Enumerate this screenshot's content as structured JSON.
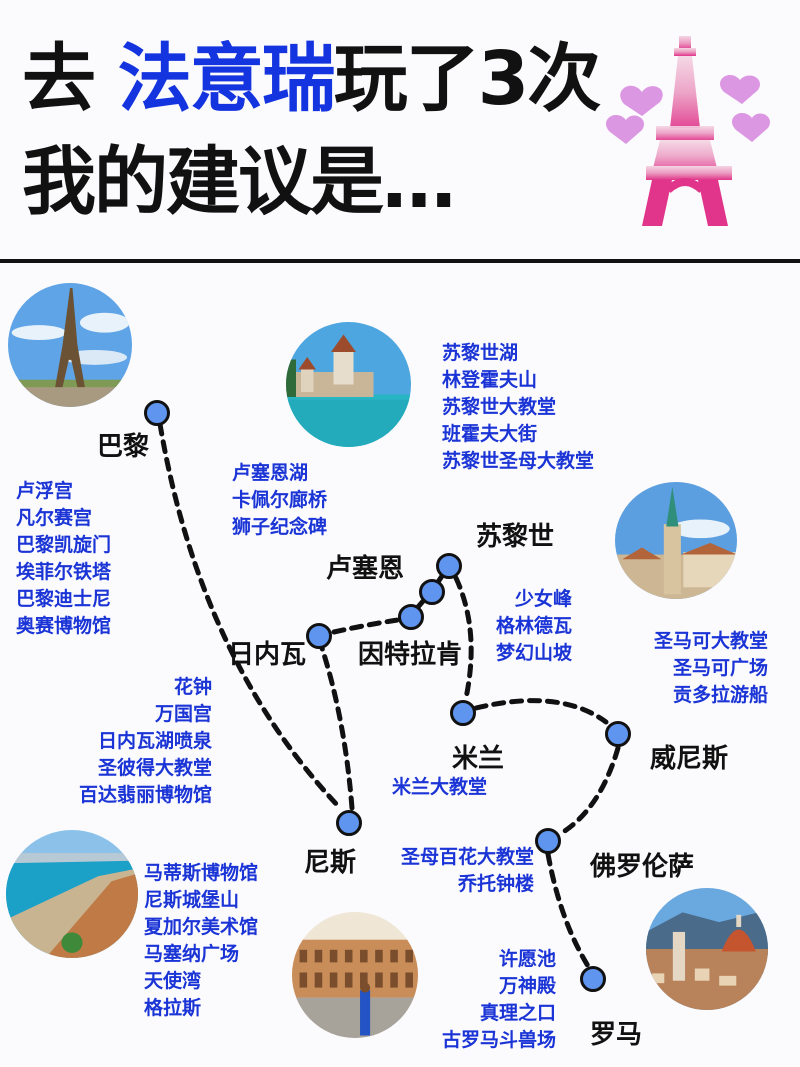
{
  "header": {
    "title_prefix": "去 ",
    "title_highlight": "法意瑞",
    "title_suffix": "玩了3次",
    "subtitle": "我的建议是…",
    "highlight_color": "#1434e0"
  },
  "colors": {
    "sight_text": "#1a34d6",
    "node_fill": "#5f95ef",
    "line": "#111111"
  },
  "photos": {
    "paris": "eiffel-tower-photo",
    "lucerne": "lake-castle-photo",
    "zurich": "church-spire-photo",
    "nice": "coastline-photo",
    "rome": "colosseum-photo",
    "florence": "duomo-photo"
  },
  "cities": {
    "paris": "巴黎",
    "geneva": "日内瓦",
    "lucerne": "卢塞恩",
    "zurich": "苏黎世",
    "interlaken": "因特拉肯",
    "milan": "米兰",
    "venice": "威尼斯",
    "nice": "尼斯",
    "florence": "佛罗伦萨",
    "rome": "罗马"
  },
  "sights": {
    "paris": [
      "卢浮宫",
      "凡尔赛宫",
      "巴黎凯旋门",
      "埃菲尔铁塔",
      "巴黎迪士尼",
      "奥赛博物馆"
    ],
    "lucerne": [
      "卢塞恩湖",
      "卡佩尔廊桥",
      "狮子纪念碑"
    ],
    "zurich": [
      "苏黎世湖",
      "林登霍夫山",
      "苏黎世大教堂",
      "班霍夫大街",
      "苏黎世圣母大教堂"
    ],
    "interlaken": [
      "少女峰",
      "格林德瓦",
      "梦幻山坡"
    ],
    "venice": [
      "圣马可大教堂",
      "圣马可广场",
      "贡多拉游船"
    ],
    "geneva": [
      "花钟",
      "万国宫",
      "日内瓦湖喷泉",
      "圣彼得大教堂",
      "百达翡丽博物馆"
    ],
    "milan": [
      "米兰大教堂"
    ],
    "florence": [
      "圣母百花大教堂",
      "乔托钟楼"
    ],
    "nice": [
      "马蒂斯博物馆",
      "尼斯城堡山",
      "夏加尔美术馆",
      "马塞纳广场",
      "天使湾",
      "格拉斯"
    ],
    "rome": [
      "许愿池",
      "万神殿",
      "真理之口",
      "古罗马斗兽场"
    ]
  },
  "route_order": [
    "巴黎",
    "尼斯",
    "日内瓦",
    "因特拉肯",
    "卢塞恩",
    "苏黎世",
    "米兰",
    "威尼斯",
    "佛罗伦萨",
    "罗马"
  ]
}
